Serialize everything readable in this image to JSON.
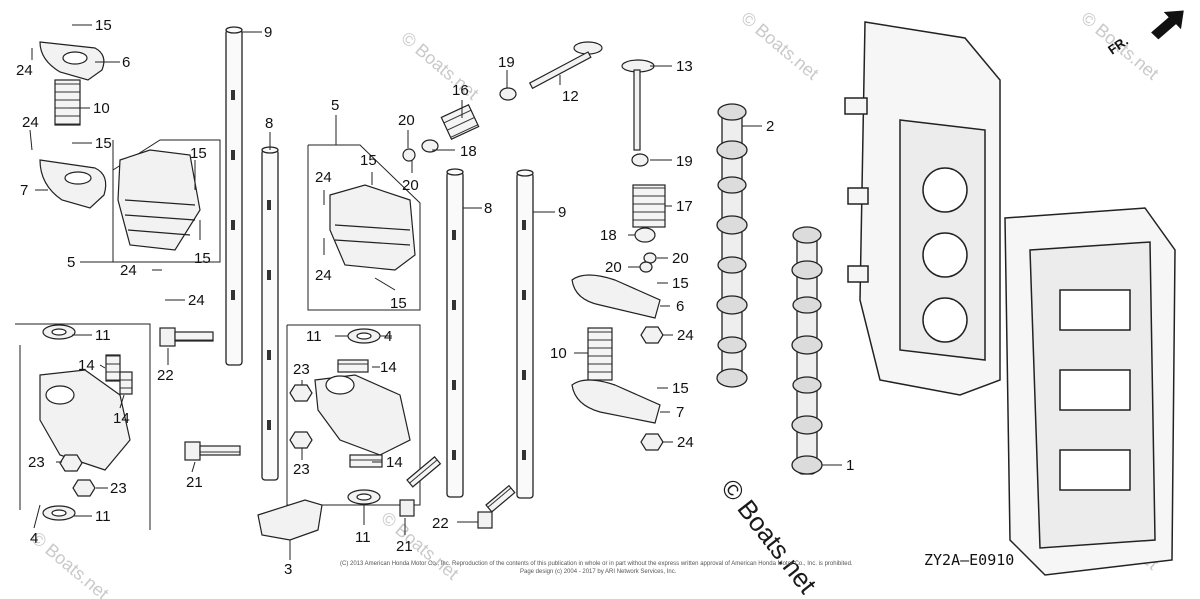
{
  "diagram_code": "ZY2A–E0910",
  "watermark": "© Boats.net",
  "front_label": "FR.",
  "copyright_line1": "(C) 2013 American Honda Motor Co., Inc. Reproduction of the contents of this publication in whole or in part without the express written approval of American Honda Motor Co., Inc. is prohibited.",
  "copyright_line2": "Page design (c) 2004 - 2017 by ARI Network Services, Inc.",
  "callouts": {
    "c15a": "15",
    "c6a": "6",
    "c24a": "24",
    "c10a": "10",
    "c24b": "24",
    "c15b": "15",
    "c7a": "7",
    "c15c": "15",
    "c5a": "5",
    "c24c": "24",
    "c15d": "15",
    "c24d": "24",
    "c22a": "22",
    "c11a": "11",
    "c14a": "14",
    "c14b": "14",
    "c23a": "23",
    "c23b": "23",
    "c11b": "11",
    "c4a": "4",
    "c21a": "21",
    "c9a": "9",
    "c8a": "8",
    "c5b": "5",
    "c15e": "15",
    "c24e": "24",
    "c20a": "20",
    "c24f": "24",
    "c15f": "15",
    "c20b": "20",
    "c11c": "11",
    "c4b": "4",
    "c23c": "23",
    "c14c": "14",
    "c23d": "23",
    "c14d": "14",
    "c11d": "11",
    "c21b": "21",
    "c3": "3",
    "c16": "16",
    "c19a": "19",
    "c12": "12",
    "c18a": "18",
    "c8b": "8",
    "c9b": "9",
    "c22b": "22",
    "c13": "13",
    "c19b": "19",
    "c17": "17",
    "c18b": "18",
    "c20c": "20",
    "c20d": "20",
    "c15g": "15",
    "c6b": "6",
    "c24g": "24",
    "c10b": "10",
    "c15h": "15",
    "c7b": "7",
    "c24h": "24",
    "c2": "2",
    "c1": "1"
  }
}
